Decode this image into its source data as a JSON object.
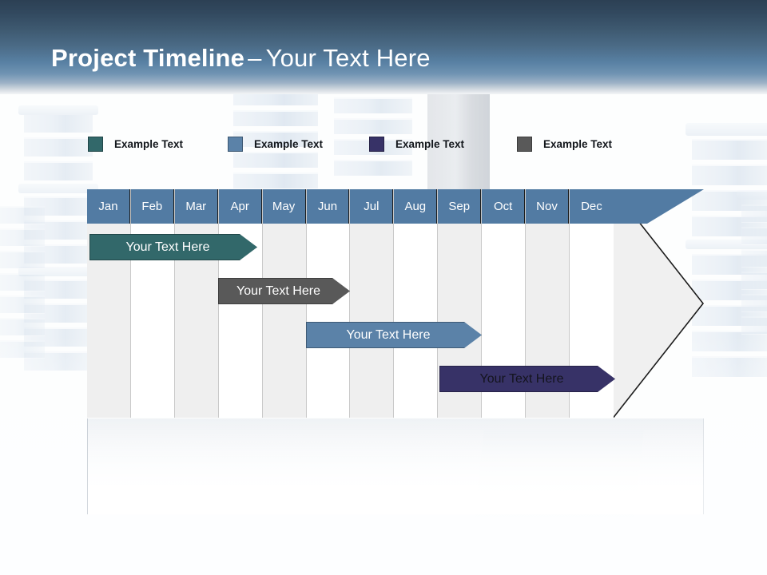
{
  "header": {
    "title_strong": "Project Timeline",
    "title_dash": "–",
    "title_light": "Your Text Here",
    "bg_top_color": "#2c4054",
    "bg_bottom_color": "#f3f5f7"
  },
  "legend": {
    "items": [
      {
        "label": "Example Text",
        "color": "#32686a",
        "name": "legend-swatch-teal"
      },
      {
        "label": "Example Text",
        "color": "#5b82a8",
        "name": "legend-swatch-blue"
      },
      {
        "label": "Example Text",
        "color": "#373267",
        "name": "legend-swatch-navy"
      },
      {
        "label": "Example Text",
        "color": "#595959",
        "name": "legend-swatch-gray"
      }
    ]
  },
  "chart_data": {
    "type": "bar",
    "title": "Project Timeline – Your Text Here",
    "orientation": "horizontal",
    "xlabel": "",
    "ylabel": "",
    "grid": true,
    "legend_position": "top",
    "categories": [
      "Jan",
      "Feb",
      "Mar",
      "Apr",
      "May",
      "Jun",
      "Jul",
      "Aug",
      "Sep",
      "Oct",
      "Nov",
      "Dec"
    ],
    "header_color": "#527ba3",
    "header_text_color": "#ffffff",
    "column_colors": [
      "#efefef",
      "#ffffff"
    ],
    "bars": [
      {
        "label": "Your Text Here",
        "color": "#32686a",
        "text_color": "#ffffff",
        "start_month": "Jan",
        "end_month": "Apr",
        "start_index": 0,
        "end_index": 3.9
      },
      {
        "label": "Your Text Here",
        "color": "#595959",
        "text_color": "#ffffff",
        "start_month": "Apr",
        "end_month": "Jun",
        "start_index": 3.0,
        "end_index": 6.0
      },
      {
        "label": "Your Text Here",
        "color": "#5b82a8",
        "text_color": "#ffffff",
        "start_month": "May",
        "end_month": "Sep",
        "start_index": 5.0,
        "end_index": 9.0
      },
      {
        "label": "Your Text Here",
        "color": "#373267",
        "text_color": "#14141e",
        "start_month": "Sep",
        "end_month": "Dec",
        "start_index": 8.0,
        "end_index": 12.0
      }
    ]
  }
}
